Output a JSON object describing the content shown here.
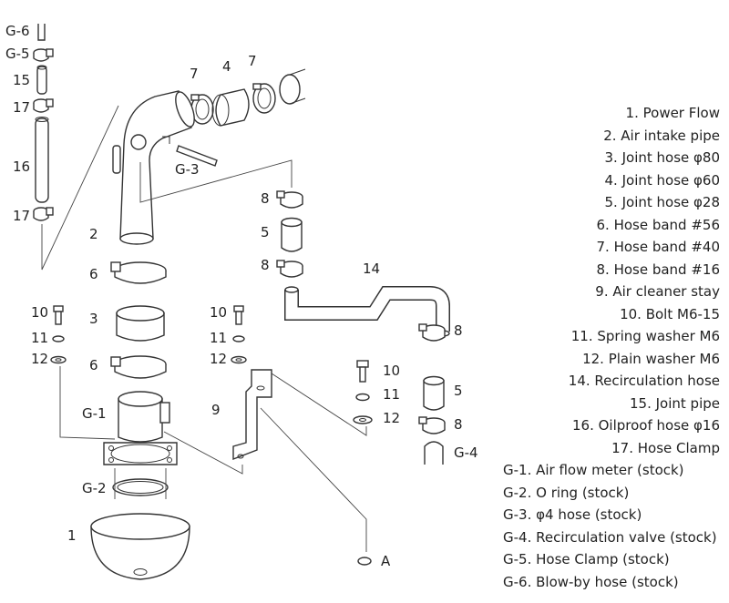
{
  "callouts": {
    "g6": "G-6",
    "g5": "G-5",
    "c15": "15",
    "c17a": "17",
    "c16": "16",
    "c17b": "17",
    "c7a": "7",
    "c4": "4",
    "c7b": "7",
    "g3": "G-3",
    "c2": "2",
    "c6a": "6",
    "c3": "3",
    "c6b": "6",
    "c10a": "10",
    "c11a": "11",
    "c12a": "12",
    "g1": "G-1",
    "g2": "G-2",
    "c1": "1",
    "c8a": "8",
    "c5a": "5",
    "c8b": "8",
    "c14": "14",
    "c10b": "10",
    "c11b": "11",
    "c12b": "12",
    "c9": "9",
    "c10c": "10",
    "c11c": "11",
    "c12c": "12",
    "c8c": "8",
    "c5b": "5",
    "c8d": "8",
    "g4": "G-4",
    "a": "A"
  },
  "legend": [
    "1. Power Flow",
    "2. Air intake pipe",
    "3. Joint hose  φ80",
    "4. Joint hose  φ60",
    "5. Joint hose  φ28",
    "6. Hose band  #56",
    "7. Hose band  #40",
    "8. Hose band  #16",
    "9. Air cleaner stay",
    "10. Bolt  M6-15",
    "11. Spring washer  M6",
    "12. Plain washer  M6",
    "14. Recirculation hose",
    "15. Joint pipe",
    "16. Oilproof hose  φ16",
    "17. Hose Clamp",
    "G-1. Air flow meter (stock)",
    "G-2. O ring (stock)",
    "G-3. φ4 hose (stock)",
    "G-4. Recirculation valve (stock)",
    "G-5. Hose Clamp (stock)",
    "G-6. Blow-by hose (stock)"
  ]
}
